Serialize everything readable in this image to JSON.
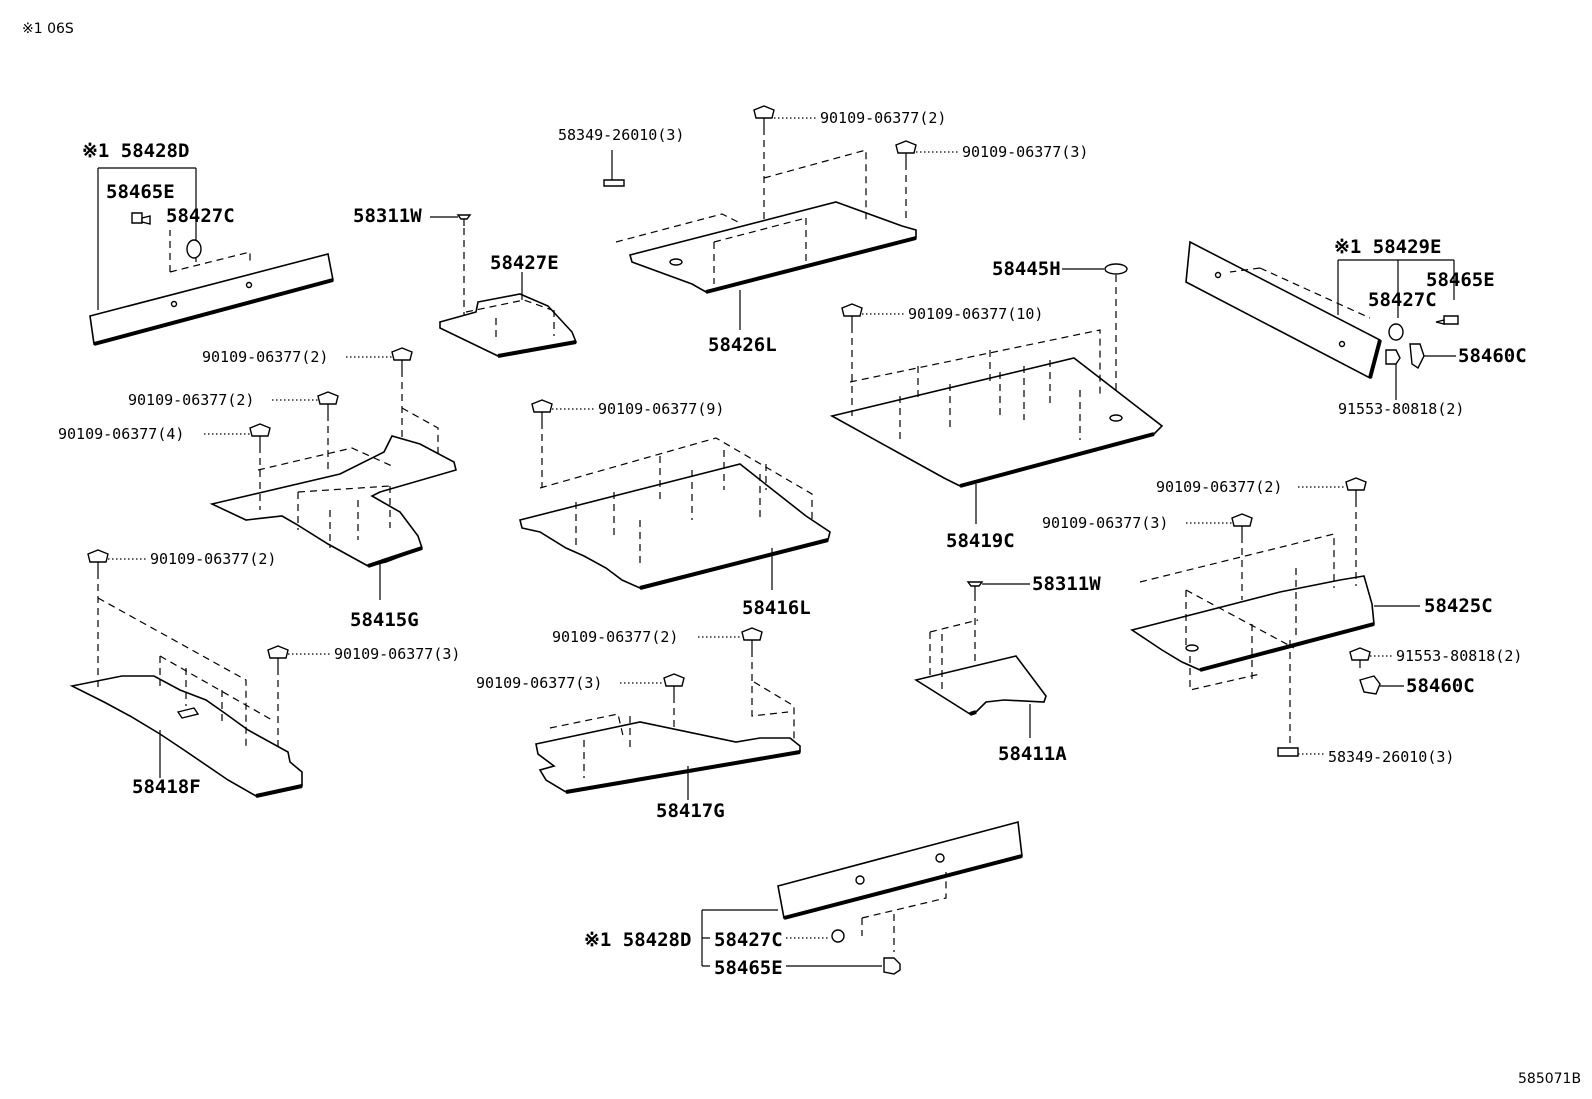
{
  "header": {
    "note": "※1 06S"
  },
  "footer": {
    "diagram_code": "585071B"
  },
  "callouts": {
    "c_58428D_top": "※1 58428D",
    "c_58465E_tl": "58465E",
    "c_58427C_tl": "58427C",
    "c_58311W_a": "58311W",
    "c_58427E": "58427E",
    "c_58349_a": "58349-26010(3)",
    "c_90109_2_top": "90109-06377(2)",
    "c_90109_3_top": "90109-06377(3)",
    "c_58426L": "58426L",
    "c_58445H": "58445H",
    "c_90109_10": "90109-06377(10)",
    "c_58429E": "※1 58429E",
    "c_58465E_r": "58465E",
    "c_58427C_r": "58427C",
    "c_58460C_r": "58460C",
    "c_91553_r": "91553-80818(2)",
    "c_90109_2_a": "90109-06377(2)",
    "c_90109_2_b": "90109-06377(2)",
    "c_90109_4": "90109-06377(4)",
    "c_90109_9": "90109-06377(9)",
    "c_58419C": "58419C",
    "c_58415G": "58415G",
    "c_58416L": "58416L",
    "c_90109_2_r": "90109-06377(2)",
    "c_90109_3_r": "90109-06377(3)",
    "c_58311W_b": "58311W",
    "c_58425C": "58425C",
    "c_91553_b": "91553-80818(2)",
    "c_58460C_b": "58460C",
    "c_58349_b": "58349-26010(3)",
    "c_58411A": "58411A",
    "c_90109_2_l": "90109-06377(2)",
    "c_90109_3_l": "90109-06377(3)",
    "c_58418F": "58418F",
    "c_90109_2_m": "90109-06377(2)",
    "c_90109_3_m": "90109-06377(3)",
    "c_58417G": "58417G",
    "c_58428D_bot": "※1 58428D",
    "c_58427C_bot": "58427C",
    "c_58465E_bot": "58465E"
  }
}
